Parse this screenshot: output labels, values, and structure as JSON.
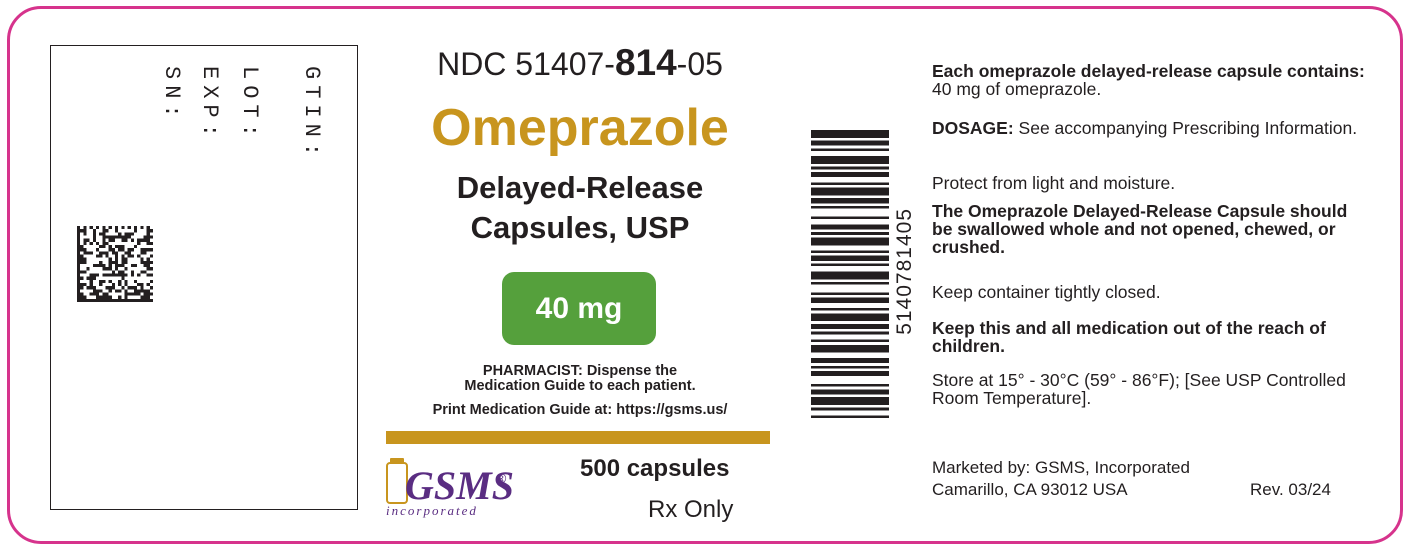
{
  "imprint": {
    "gtin_label": "GTIN:",
    "lot_label": "LOT:",
    "exp_label": "EXP:",
    "sn_label": "SN:"
  },
  "product": {
    "ndc_prefix": "NDC 51407-",
    "ndc_product": "814",
    "ndc_suffix": "-05",
    "name": "Omeprazole",
    "form_line1": "Delayed-Release",
    "form_line2": "Capsules, USP",
    "strength": "40 mg",
    "pharmacist_line1": "PHARMACIST: Dispense the",
    "pharmacist_line2": "Medication Guide to each patient.",
    "print_guide": "Print Medication Guide at: https://gsms.us/",
    "count": "500 capsules",
    "rx": "Rx Only"
  },
  "brand": {
    "logo_word": "GSMS",
    "logo_reg": "®",
    "logo_sub": "incorporated"
  },
  "barcode": {
    "number": "5140781405"
  },
  "info": {
    "contains_bold": "Each omeprazole delayed-release capsule contains:",
    "contains_rest": " 40 mg of omeprazole.",
    "dosage_bold": "DOSAGE:",
    "dosage_rest": " See accompanying Prescribing Information.",
    "protect": "Protect from light and moisture.",
    "swallow": "The Omeprazole Delayed-Release Capsule should be swallowed whole and not opened, chewed, or crushed.",
    "keep_closed": "Keep container tightly closed.",
    "children": "Keep this and all medication out of the reach of children.",
    "store": "Store at 15° - 30°C (59° - 86°F); [See USP Controlled Room Temperature]."
  },
  "footer": {
    "marketed": "Marketed by: GSMS, Incorporated",
    "address": "Camarillo, CA 93012 USA",
    "rev": "Rev. 03/24"
  },
  "colors": {
    "border": "#d6338c",
    "gold": "#c8951e",
    "green": "#55a03c",
    "purple": "#5a2d82"
  }
}
